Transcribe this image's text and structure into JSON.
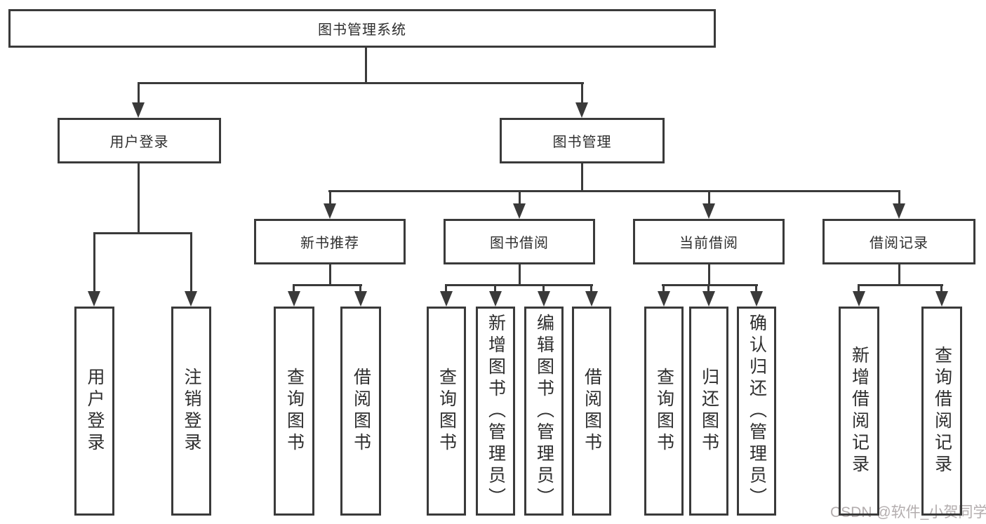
{
  "title": "图书管理系统",
  "level2": {
    "user_login": "用户登录",
    "book_mgmt": "图书管理"
  },
  "level3": {
    "new_book": "新书推荐",
    "borrow": "图书借阅",
    "current": "当前借阅",
    "records": "借阅记录"
  },
  "leaves": {
    "user_login": [
      "用户登录",
      "注销登录"
    ],
    "new_book": [
      "查询图书",
      "借阅图书"
    ],
    "borrow": [
      "查询图书",
      "新增图书（管理员）",
      "编辑图书（管理员）",
      "借阅图书"
    ],
    "current": [
      "查询图书",
      "归还图书",
      "确认归还（管理员）"
    ],
    "records": [
      "新增借阅记录",
      "查询借阅记录"
    ]
  },
  "watermark": "CSDN @软件_小贺同学",
  "colors": {
    "line": "#3a3a3a",
    "text": "#2e2e2e",
    "watermark": "#b3adae"
  }
}
